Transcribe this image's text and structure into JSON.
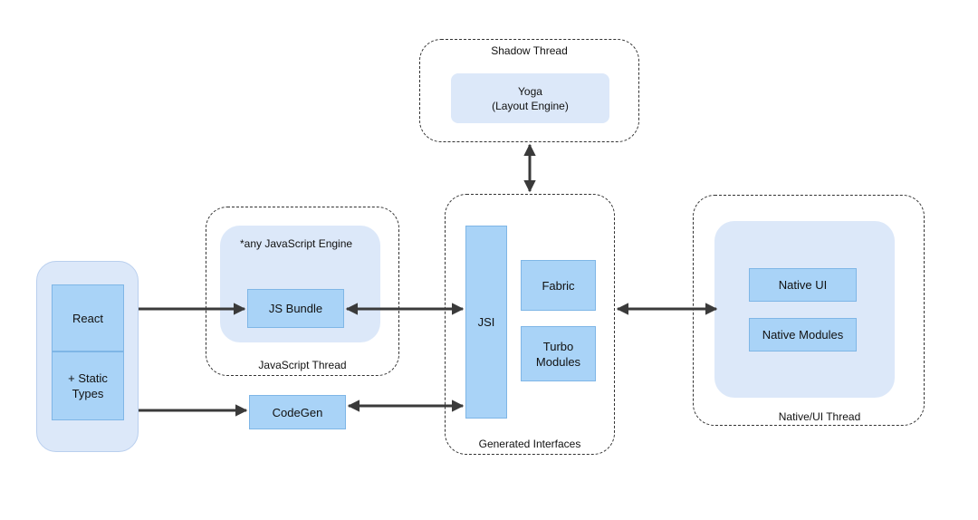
{
  "shadow_thread": {
    "label": "Shadow Thread",
    "yoga": "Yoga\n(Layout Engine)"
  },
  "source": {
    "react": "React",
    "static_types": "+ Static\nTypes"
  },
  "js_thread": {
    "engine_note": "*any JavaScript Engine",
    "bundle": "JS Bundle",
    "label": "JavaScript Thread"
  },
  "codegen": "CodeGen",
  "generated_interfaces": {
    "jsi": "JSI",
    "fabric": "Fabric",
    "turbo_modules": "Turbo\nModules",
    "label": "Generated Interfaces"
  },
  "native_thread": {
    "native_ui": "Native UI",
    "native_modules": "Native Modules",
    "label": "Native/UI Thread"
  },
  "colors": {
    "node_fill": "#a9d3f7",
    "panel_fill": "#dce8f9",
    "arrow": "#3a3a3a"
  }
}
